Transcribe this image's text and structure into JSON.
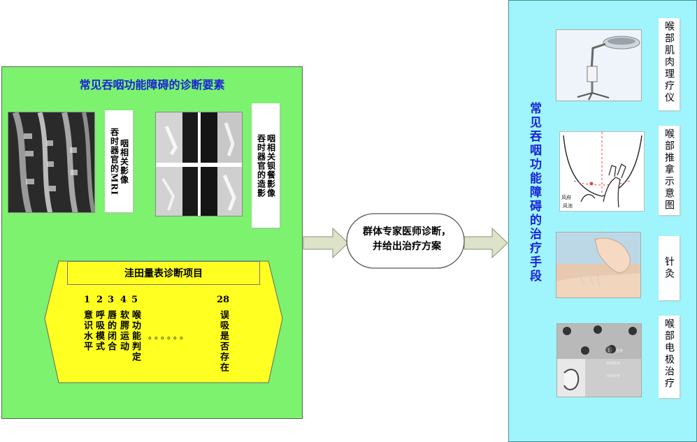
{
  "left_panel": {
    "title": "常见吞咽功能障碍的诊断要素",
    "mri_label_col1": "吞时器官的MRI",
    "mri_label_col2": "咽相关影像",
    "barium_label_col1": "吞时器官的造影",
    "barium_label_col2": "咽相关钡餐影像",
    "assessment": {
      "title": "洼田量表诊断项目",
      "items": [
        {
          "num": "1",
          "text": "意识水平"
        },
        {
          "num": "2",
          "text": "呼吸模式"
        },
        {
          "num": "3",
          "text": "唇的闭合"
        },
        {
          "num": "4",
          "text": "软腭运动"
        },
        {
          "num": "5",
          "text": "喉功能判定"
        }
      ],
      "ellipsis": "。。。。。。",
      "last_item": {
        "num": "28",
        "text": "误吸是否存在"
      }
    }
  },
  "center": {
    "line1": "群体专家医师诊断，",
    "line2": "并给出治疗方案"
  },
  "right_panel": {
    "title": "常见吞咽功能障碍的治疗手段",
    "treatments": [
      {
        "label": "喉部肌肉理疗仪",
        "icon": "physiotherapy-lamp"
      },
      {
        "label": "喉部推拿示意图",
        "icon": "massage-diagram"
      },
      {
        "label": "针灸",
        "icon": "acupuncture-photo"
      },
      {
        "label": "喉部电极治疗",
        "icon": "electrode-photo"
      }
    ],
    "diagram_labels": {
      "l1": "风府",
      "l2": "风池"
    },
    "electrode_labels": {
      "num": "1",
      "a": "舌骨",
      "b": "甲状软骨",
      "c": "环状软骨"
    }
  },
  "colors": {
    "green_panel": "#7cf26e",
    "cyan_panel": "#9ff5fb",
    "yellow_block": "#ffff22",
    "title_blue": "#1a24d6"
  }
}
